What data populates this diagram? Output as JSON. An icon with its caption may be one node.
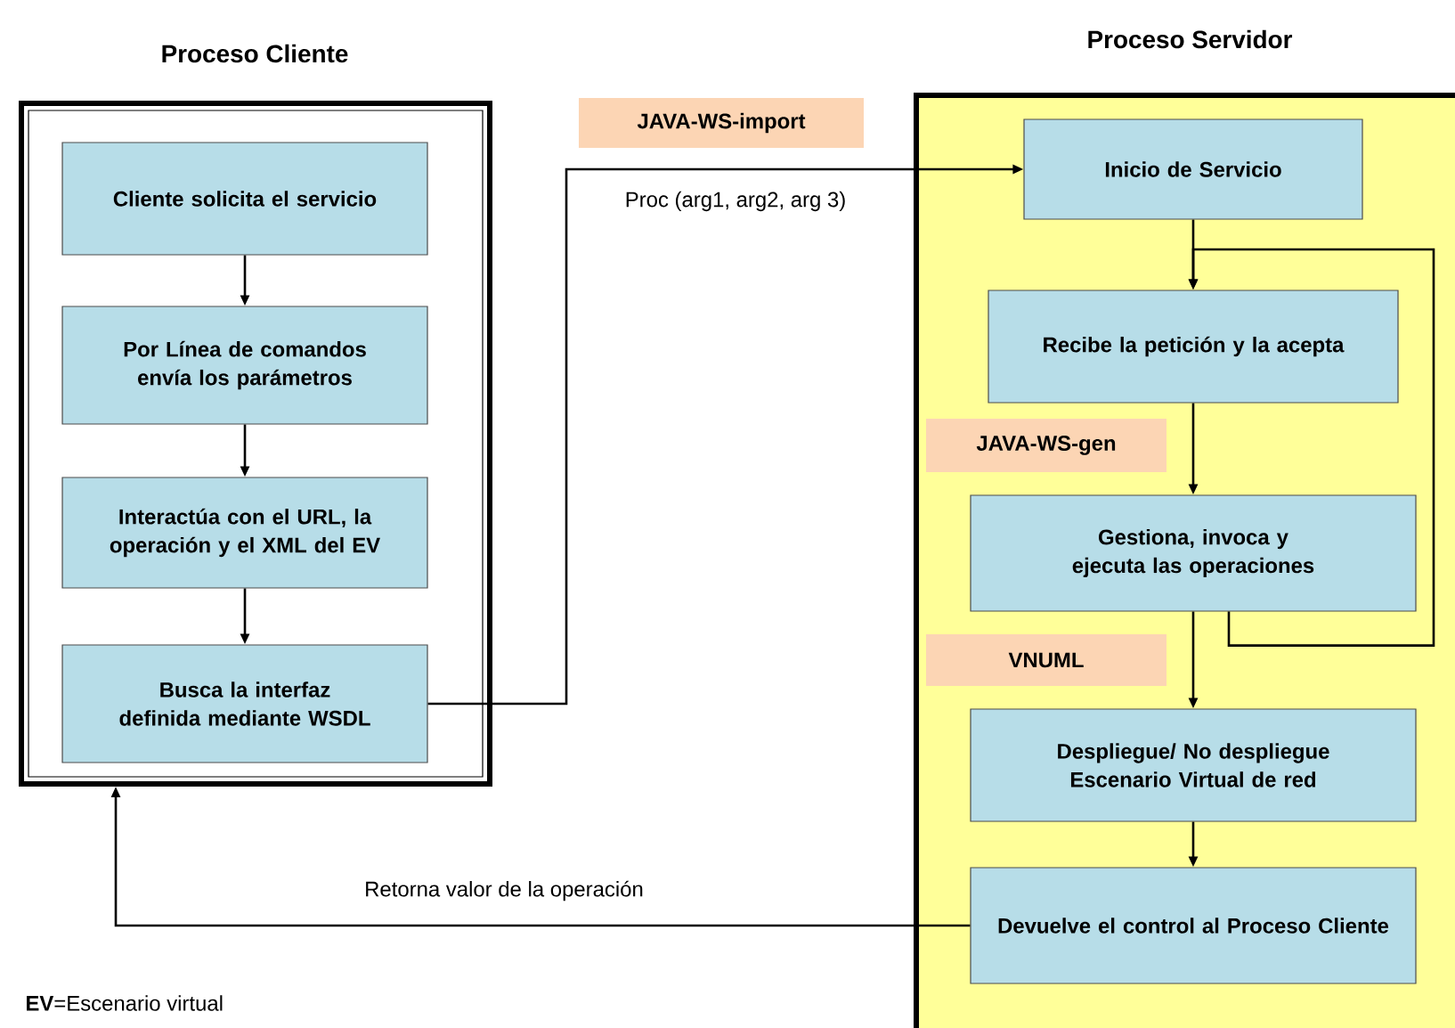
{
  "diagram": {
    "nodes": [
      {
        "text": [
          "Proceso Cliente"
        ]
      },
      {
        "text": [
          "Cliente solicita el servicio"
        ],
        "in": 0
      },
      {
        "text": [
          "Por Línea de comandos envía los parámetros"
        ],
        "in": 0
      },
      {
        "text": [
          "Interactúa con el URL,  la operación y el XML del EV"
        ],
        "in": 0
      },
      {
        "text": [
          "Busca la interfaz definida mediante WSDL"
        ],
        "in": 0
      },
      {
        "text": [
          "Proceso Servidor"
        ]
      },
      {
        "text": [
          "Inicio de Servicio"
        ],
        "in": 5
      },
      {
        "text": [
          "Recibe la petición y la acepta"
        ],
        "in": 5
      },
      {
        "text": [
          "Gestiona, invoca y ejecuta las operaciones"
        ],
        "in": 5
      },
      {
        "text": [
          "Despliegue/ No despliegue Escenario Virtual de red"
        ],
        "in": 5
      },
      {
        "text": [
          "Devuelve el control al Proceso Cliente"
        ],
        "in": 5
      },
      {
        "text": [
          "JAVA-WS-import"
        ]
      },
      {
        "text": [
          "JAVA-WS-gen"
        ],
        "in": 5
      },
      {
        "text": [
          "VNUML"
        ],
        "in": 5
      }
    ],
    "edges": [
      {
        "from": 1,
        "to": 2,
        "arrow": "to"
      },
      {
        "from": 2,
        "to": 3,
        "arrow": "to"
      },
      {
        "from": 3,
        "to": 4,
        "arrow": "to"
      },
      {
        "from": 4,
        "to": 6,
        "arrow": "to",
        "label": "Proc (arg1, arg2, arg 3)"
      },
      {
        "from": 6,
        "to": 7,
        "arrow": "to"
      },
      {
        "from": 7,
        "to": 8,
        "arrow": "to"
      },
      {
        "from": 8,
        "to": 7,
        "arrow": "to"
      },
      {
        "from": 8,
        "to": 9,
        "arrow": "to"
      },
      {
        "from": 9,
        "to": 10,
        "arrow": "to"
      },
      {
        "from": 10,
        "to": 0,
        "arrow": "to",
        "label": "Retorna valor de la operación"
      }
    ],
    "labels": [
      "**EV**=Escenario virtual"
    ]
  }
}
